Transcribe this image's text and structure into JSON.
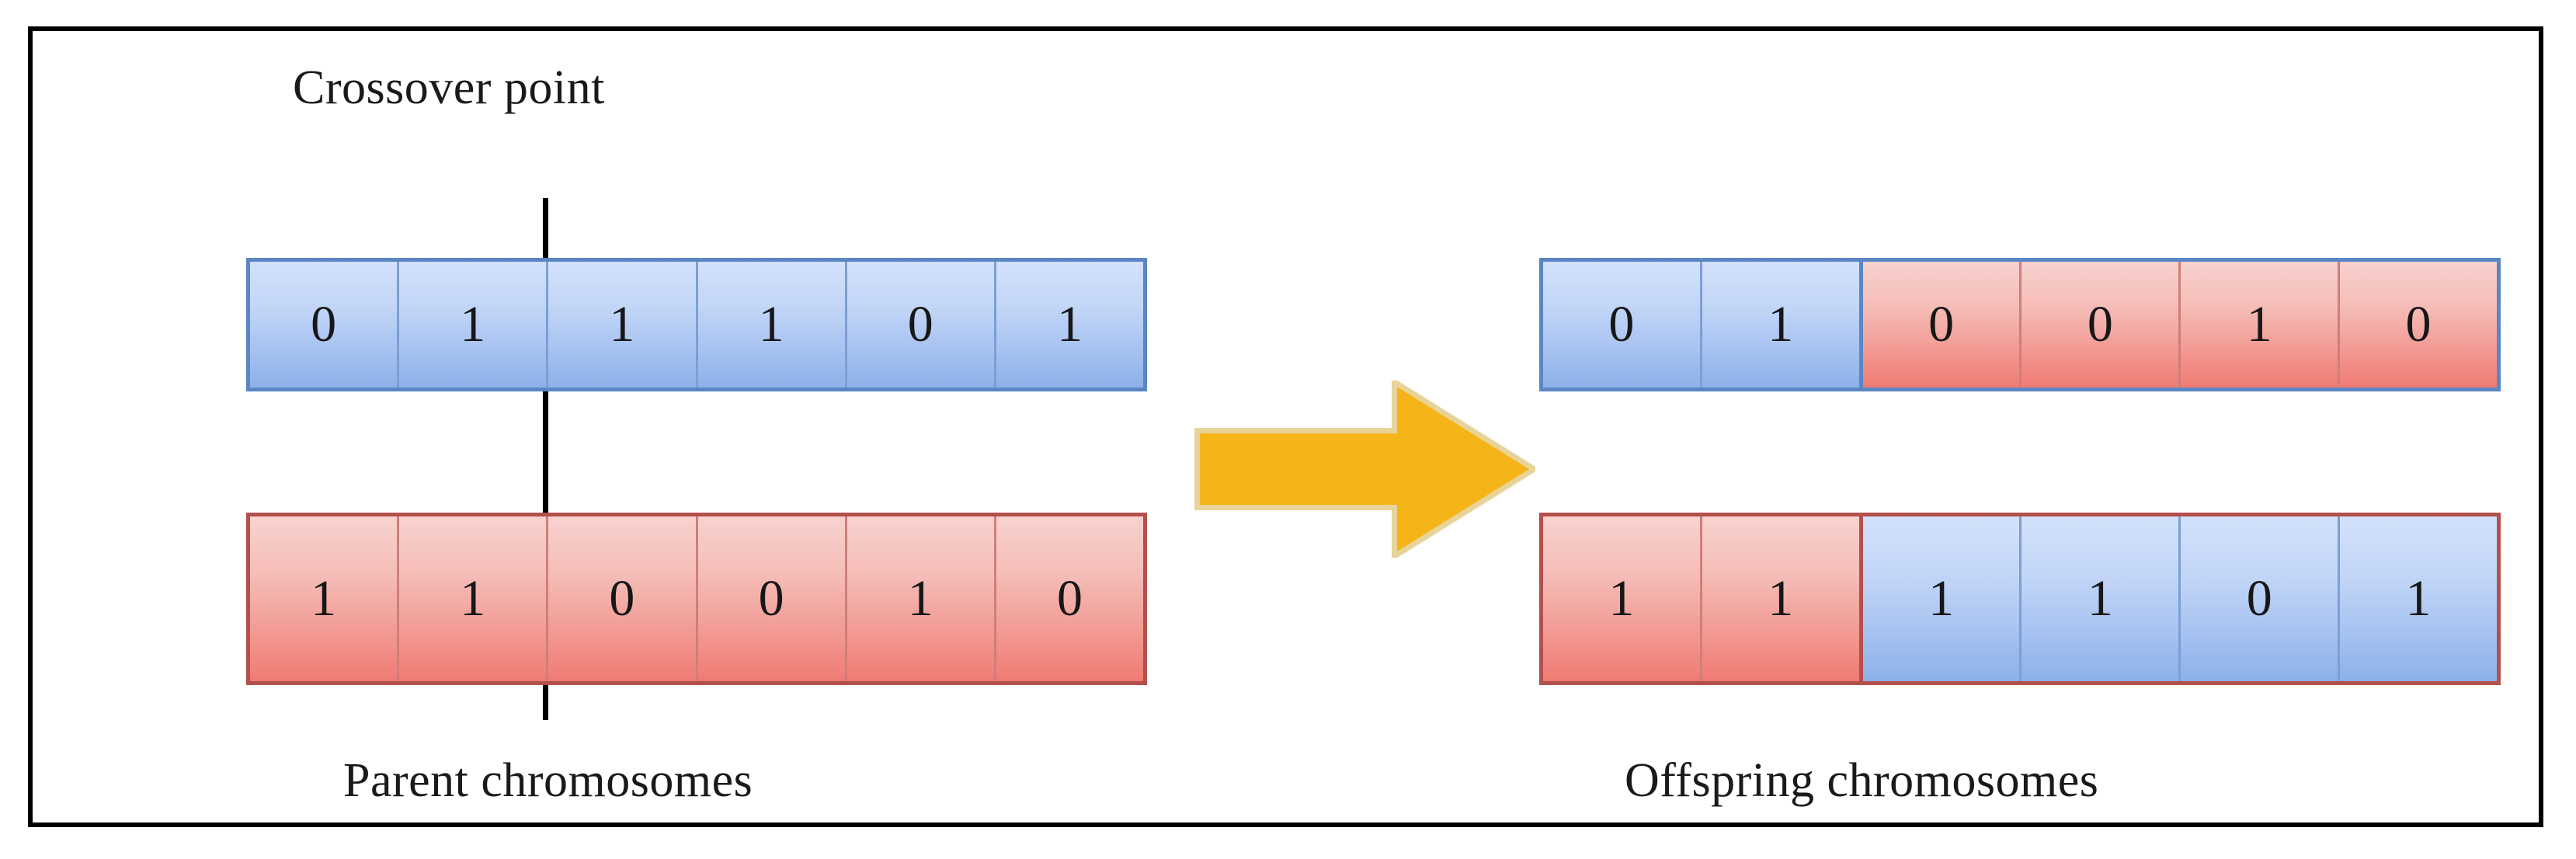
{
  "diagram": {
    "title_label": "Crossover point",
    "captions": {
      "parents": "Parent chromosomes",
      "offspring": "Offspring chromosomes"
    },
    "arrow": {
      "name": "right-arrow",
      "fill": "#f5b518",
      "outline": "#e8d49a"
    },
    "crossover": {
      "point_index": 2,
      "line_color": "#000000"
    },
    "colors": {
      "blue_fill_top": "#d3e1fb",
      "blue_fill_bottom": "#8cb1e9",
      "blue_border": "#5b86c4",
      "red_fill_top": "#f8d2cf",
      "red_fill_bottom": "#ef7b73",
      "red_border": "#b4504c",
      "frame_border": "#000000",
      "background": "#ffffff"
    },
    "parents": [
      {
        "name": "parent-1",
        "color": "blue",
        "genes": [
          "0",
          "1",
          "1",
          "1",
          "0",
          "1"
        ]
      },
      {
        "name": "parent-2",
        "color": "red",
        "genes": [
          "1",
          "1",
          "0",
          "0",
          "1",
          "0"
        ]
      }
    ],
    "offspring": [
      {
        "name": "offspring-1",
        "genes": [
          {
            "value": "0",
            "color": "blue"
          },
          {
            "value": "1",
            "color": "blue"
          },
          {
            "value": "0",
            "color": "red"
          },
          {
            "value": "0",
            "color": "red"
          },
          {
            "value": "1",
            "color": "red"
          },
          {
            "value": "0",
            "color": "red"
          }
        ]
      },
      {
        "name": "offspring-2",
        "genes": [
          {
            "value": "1",
            "color": "red"
          },
          {
            "value": "1",
            "color": "red"
          },
          {
            "value": "1",
            "color": "blue"
          },
          {
            "value": "1",
            "color": "blue"
          },
          {
            "value": "0",
            "color": "blue"
          },
          {
            "value": "1",
            "color": "blue"
          }
        ]
      }
    ]
  }
}
